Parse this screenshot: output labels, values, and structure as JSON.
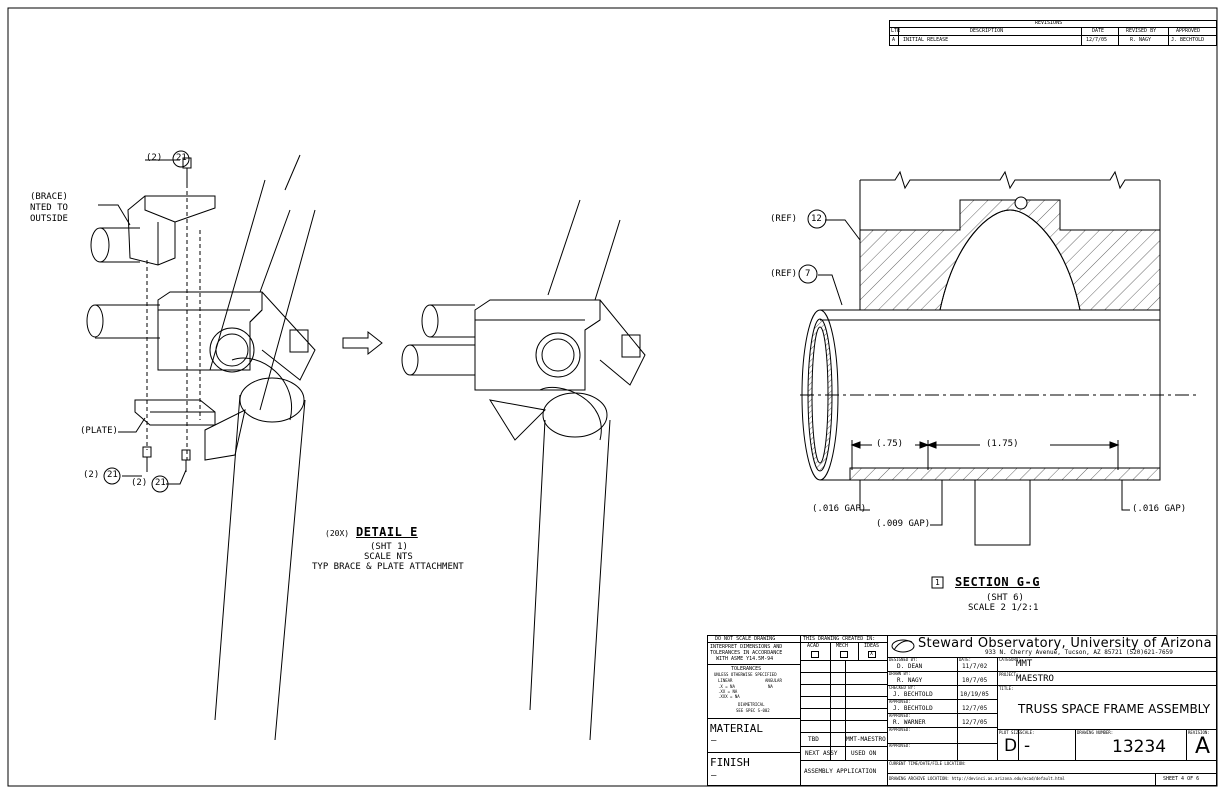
{
  "revisions": {
    "title": "REVISIONS",
    "headers": [
      "LTR",
      "DESCRIPTION",
      "DATE",
      "REVISED BY",
      "APPROVED"
    ],
    "rows": [
      [
        "A",
        "INITIAL RELEASE",
        "12/7/05",
        "R. NAGY",
        "J. BECHTOLD"
      ]
    ]
  },
  "detail_e": {
    "callouts": [
      "(2)",
      "21",
      "(2)",
      "21",
      "(2)",
      "21"
    ],
    "brace_label_lines": [
      "(BRACE)",
      "NTED TO",
      "OUTSIDE"
    ],
    "plate_label": "(PLATE)",
    "prefix": "(20X)",
    "title": "DETAIL E",
    "sheet_ref": "(SHT 1)",
    "scale": "SCALE NTS",
    "caption": "TYP BRACE & PLATE ATTACHMENT"
  },
  "section_gg": {
    "ref12_prefix": "(REF)",
    "ref12_num": "12",
    "ref7_prefix": "(REF)",
    "ref7_num": "7",
    "dim_left": "(.75)",
    "dim_mid": "(1.75)",
    "gap_left": "(.016 GAP)",
    "gap_mid": "(.009 GAP)",
    "gap_right": "(.016 GAP)",
    "flag": "1",
    "title": "SECTION G-G",
    "sheet_ref": "(SHT 6)",
    "scale": "SCALE 2 1/2:1"
  },
  "title_block": {
    "notes": {
      "do_not_scale": "DO NOT SCALE DRAWING",
      "interpret": [
        "INTERPRET DIMENSIONS AND",
        "TOLERANCES IN ACCORDANCE",
        "WITH ASME Y14.5M-94"
      ],
      "tolerances": "TOLERANCES",
      "unless": "UNLESS OTHERWISE SPECIFIED",
      "linear": "LINEAR",
      "angular": "ANGULAR",
      "tol_x": ".X   = NA",
      "tol_xx": ".XX  = NA",
      "tol_xxx": ".XXX = NA",
      "tol_ang": "NA",
      "diametrical": "DIAMETRICAL",
      "spec": "SEE SPEC S-002",
      "material": "MATERIAL",
      "material_val": "–",
      "finish": "FINISH",
      "finish_val": "–"
    },
    "created_in": {
      "label": "THIS DRAWING CREATED IN:",
      "options": [
        "ACAD",
        "MECH",
        "IDEAS"
      ],
      "checked": "X"
    },
    "tbd": "TBD",
    "mmt_maestro": "MMT-MAESTRO",
    "next_assy": "NEXT ASSY",
    "used_on": "USED ON",
    "assembly_application": "ASSEMBLY APPLICATION",
    "org_name": "Steward Observatory, University of Arizona",
    "org_address": "933 N. Cherry Avenue, Tucson, AZ  85721   (520)621-7659",
    "people": [
      {
        "label": "DESIGNED BY:",
        "name": "D. DEAN",
        "date_label": "DATE:",
        "date": "11/7/02"
      },
      {
        "label": "DRAWN BY:",
        "name": "R. NAGY",
        "date": "10/7/05"
      },
      {
        "label": "CHECKED BY:",
        "name": "J. BECHTOLD",
        "date": "10/19/05"
      },
      {
        "label": "APPROVED:",
        "name": "J. BECHTOLD",
        "date": "12/7/05"
      },
      {
        "label": "APPROVED:",
        "name": "R. WARNER",
        "date": "12/7/05"
      },
      {
        "label": "APPROVED:",
        "name": "",
        "date": ""
      },
      {
        "label": "APPROVED:",
        "name": "",
        "date": ""
      }
    ],
    "category_label": "CATEGORY:",
    "category": "MMT",
    "project_label": "PROJECT:",
    "project": "MAESTRO",
    "title_label": "TITLE:",
    "title": "TRUSS SPACE FRAME ASSEMBLY",
    "plot_size_label": "PLOT SIZE",
    "plot_size": "D",
    "scale_label": "SCALE:",
    "scale": "-",
    "drawing_number_label": "DRAWING NUMBER:",
    "drawing_number": "13234",
    "revision_label": "REVISION:",
    "revision": "A",
    "current_time_label": "CURRENT TIME/DATE/FILE LOCATION:",
    "archive_label": "DRAWING ARCHIVE LOCATION: http://devinci.as.arizona.edu/ecad/default.html",
    "sheet": "SHEET 4 OF 6"
  }
}
